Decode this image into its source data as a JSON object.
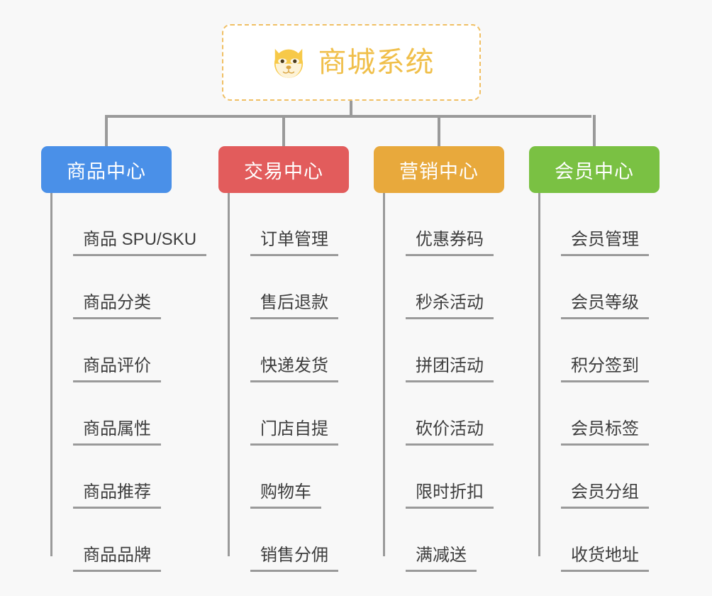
{
  "page": {
    "background_color": "#f8f8f8",
    "type": "mindmap"
  },
  "root": {
    "title": "商城系统",
    "icon": "dog-face-emoji",
    "border_color": "#f0bf63",
    "text_color": "#f0bf4a",
    "background_color": "#ffffff"
  },
  "connector": {
    "color": "#9a9a9a"
  },
  "branches": [
    {
      "title": "商品中心",
      "color": "#4a90e8",
      "leaves": [
        "商品 SPU/SKU",
        "商品分类",
        "商品评价",
        "商品属性",
        "商品推荐",
        "商品品牌"
      ]
    },
    {
      "title": "交易中心",
      "color": "#e25c5c",
      "leaves": [
        "订单管理",
        "售后退款",
        "快递发货",
        "门店自提",
        "购物车",
        "销售分佣"
      ]
    },
    {
      "title": "营销中心",
      "color": "#e8a93c",
      "leaves": [
        "优惠券码",
        "秒杀活动",
        "拼团活动",
        "砍价活动",
        "限时折扣",
        "满减送"
      ]
    },
    {
      "title": "会员中心",
      "color": "#7ac143",
      "leaves": [
        "会员管理",
        "会员等级",
        "积分签到",
        "会员标签",
        "会员分组",
        "收货地址"
      ]
    }
  ]
}
